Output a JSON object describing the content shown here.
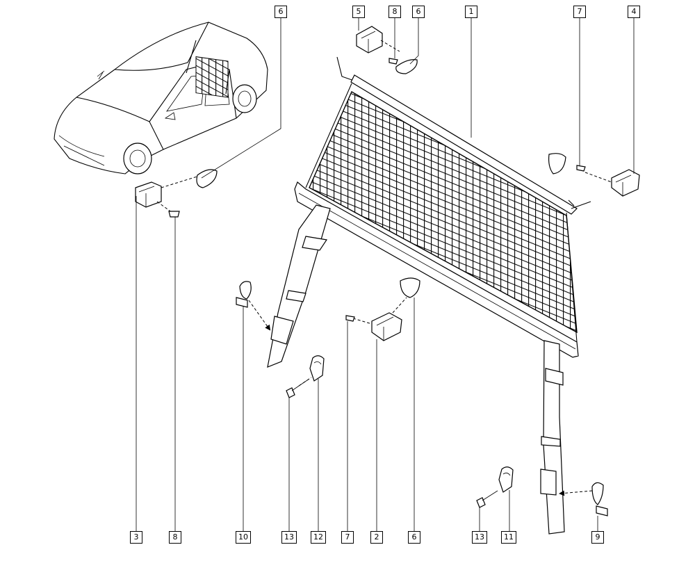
{
  "callouts": {
    "top_6_left": "6",
    "top_5": "5",
    "top_8": "8",
    "top_6_mid": "6",
    "top_1": "1",
    "top_7": "7",
    "top_4": "4",
    "bot_3": "3",
    "bot_8": "8",
    "bot_10": "10",
    "bot_13_a": "13",
    "bot_12": "12",
    "bot_7": "7",
    "bot_2": "2",
    "bot_6": "6",
    "bot_13_b": "13",
    "bot_11": "11",
    "bot_9": "9"
  }
}
